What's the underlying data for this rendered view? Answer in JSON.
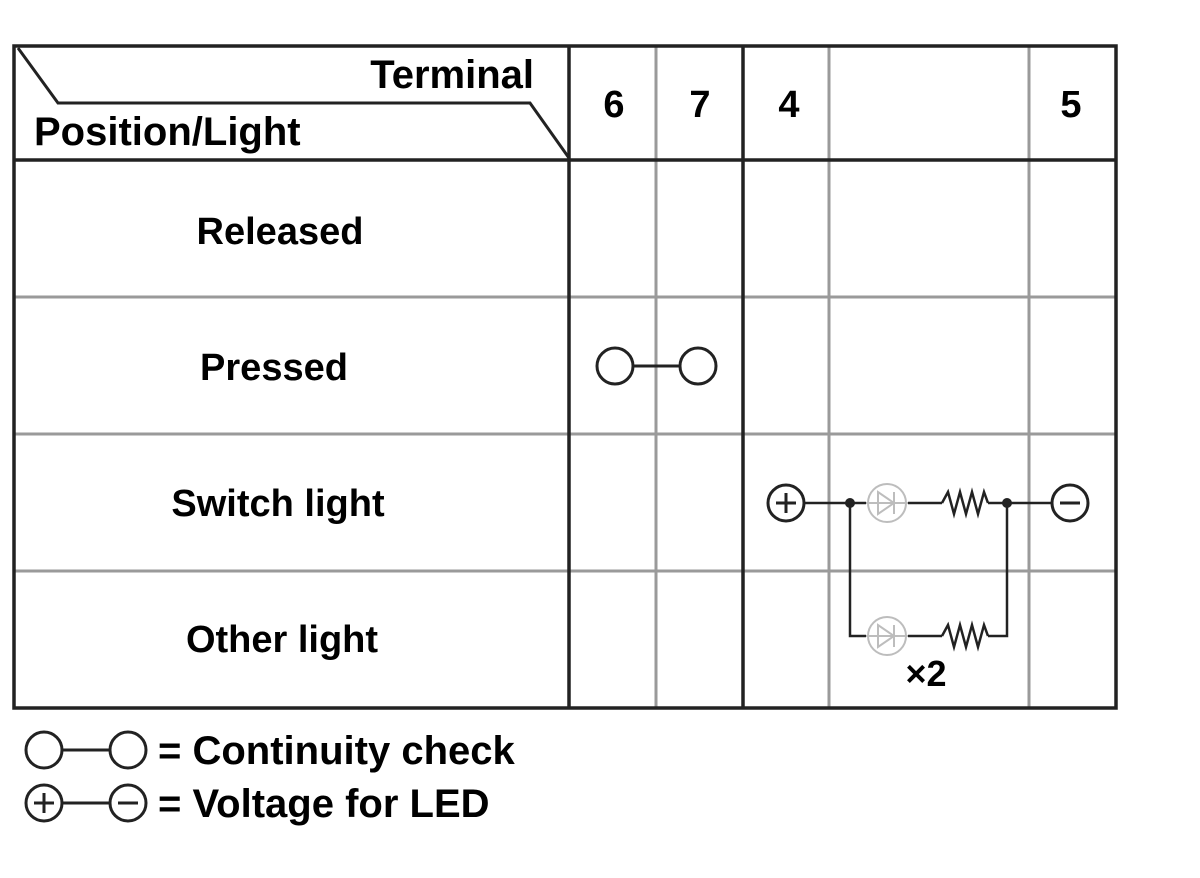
{
  "table": {
    "header_terminal": "Terminal",
    "header_position": "Position/Light",
    "columns": [
      "6",
      "7",
      "4",
      "",
      "5"
    ],
    "rows": [
      "Released",
      "Pressed",
      "Switch light",
      "Other light"
    ],
    "multiplier": "×2"
  },
  "legend": {
    "continuity": "= Continuity check",
    "voltage": "= Voltage for LED"
  },
  "colors": {
    "outer_lines": "#222222",
    "inner_lines": "#9a9a9a",
    "led_symbol": "#bdbdbd"
  }
}
